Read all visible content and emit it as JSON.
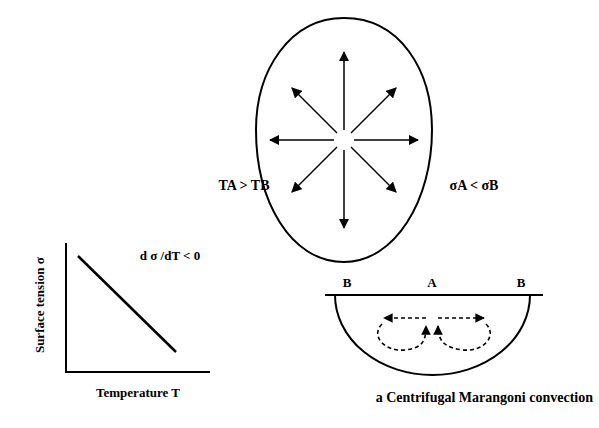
{
  "diagram": {
    "caption": "a Centrifugal Marangoni convection",
    "labels": [
      "Surface tension σ",
      "Temperature T",
      "d σ /dT < 0",
      "TA > TB",
      "σA < σB",
      "B",
      "A",
      "B"
    ]
  }
}
